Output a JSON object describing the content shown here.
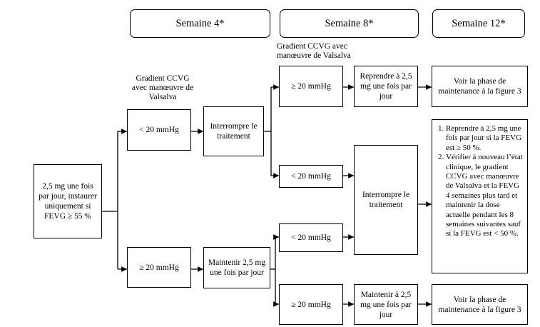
{
  "headers": {
    "week4": "Semaine 4*",
    "week8": "Semaine 8*",
    "week12": "Semaine 12*"
  },
  "labels": {
    "gradient_week4": "Gradient CCVG avec manœuvre de Valsalva",
    "gradient_week8": "Gradient CCVG avec manœuvre de Valsalva"
  },
  "boxes": {
    "start": "2,5 mg une fois par jour, instaurer uniquement si FEVG ≥ 55 %",
    "w4_low": "< 20 mmHg",
    "w4_high": "≥ 20 mmHg",
    "w4_stop": "Interrompre le traitement",
    "w4_maintain": "Maintenir 2,5 mg une fois par jour",
    "w8_top_high": "≥ 20 mmHg",
    "w8_top_low": "< 20 mmHg",
    "w8_bottom_low": "< 20 mmHg",
    "w8_bottom_high": "≥ 20 mmHg",
    "w8_resume": "Reprendre à 2,5 mg une fois par jour",
    "w8_stop": "Interrompre le traitement",
    "w8_maintain": "Maintenir à 2,5 mg une fois par jour",
    "w12_top": "Voir la phase de maintenance à la figure 3",
    "w12_bottom": "Voir la phase de maintenance à la figure 3"
  },
  "w12_list": [
    "Reprendre à 2,5 mg une fois par jour si la FEVG est ≥ 50 %.",
    "Vérifier à nouveau l’état clinique, le gradient CCVG avec manœuvre de Valsalva et la FEVG 4 semaines plus tard et maintenir la dose actuelle pendant les 8 semaines suivantes sauf si la FEVG est < 50 %."
  ]
}
